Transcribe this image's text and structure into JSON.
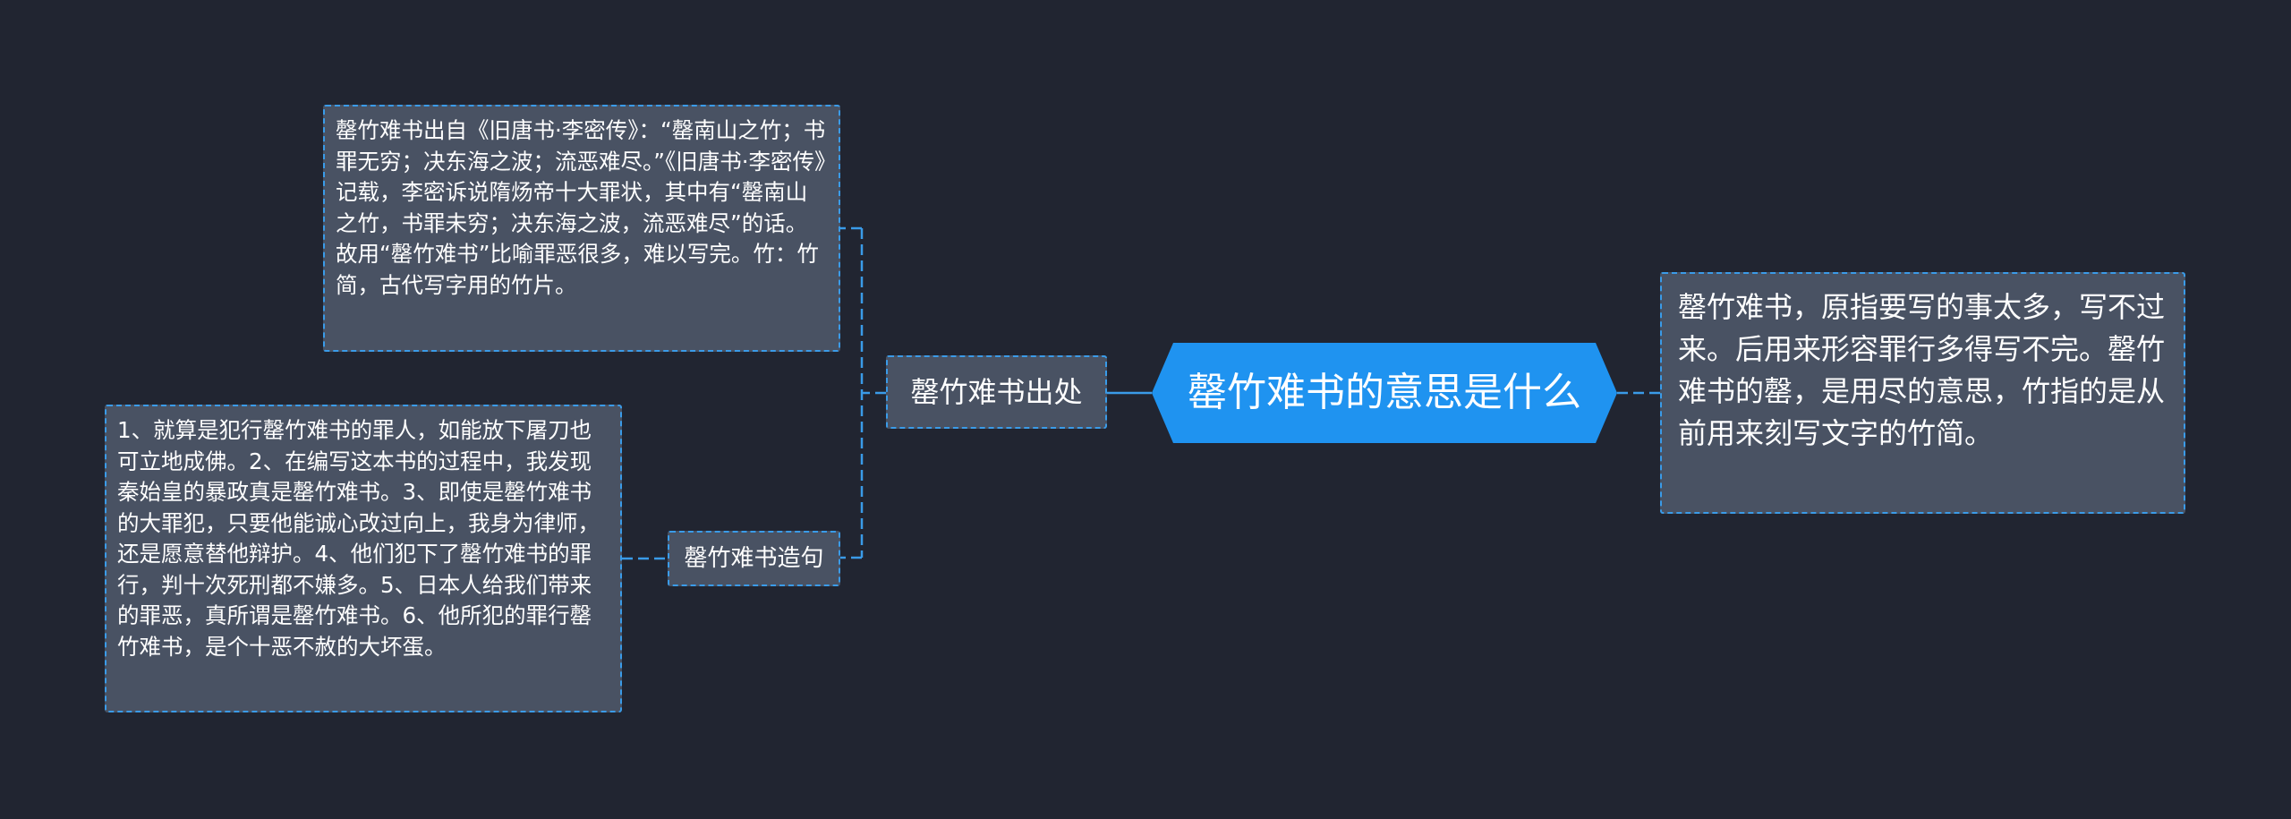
{
  "mindmap": {
    "root": {
      "label": "罄竹难书的意思是什么"
    },
    "definition": {
      "text": "罄竹难书，原指要写的事太多，写不过来。后用来形容罪行多得写不完。罄竹难书的罄，是用尽的意思，竹指的是从前用来刻写文字的竹简。"
    },
    "source": {
      "label": "罄竹难书出处",
      "detail": "罄竹难书出自《旧唐书·李密传》：“罄南山之竹；书罪无穷；决东海之波；流恶难尽。”《旧唐书·李密传》记载，李密诉说隋炀帝十大罪状，其中有“罄南山之竹，书罪未穷；决东海之波，流恶难尽”的话。故用“罄竹难书”比喻罪恶很多，难以写完。竹：竹简，古代写字用的竹片。"
    },
    "sentences": {
      "label": "罄竹难书造句",
      "detail": "1、就算是犯行罄竹难书的罪人，如能放下屠刀也可立地成佛。2、在编写这本书的过程中，我发现秦始皇的暴政真是罄竹难书。3、即使是罄竹难书的大罪犯，只要他能诚心改过向上，我身为律师，还是愿意替他辩护。4、他们犯下了罄竹难书的罪行，判十次死刑都不嫌多。5、日本人给我们带来的罪恶，真所谓是罄竹难书。6、他所犯的罪行罄竹难书，是个十恶不赦的大坏蛋。"
    }
  },
  "colors": {
    "background": "#212531",
    "root_fill": "#1f93f0",
    "node_fill": "#495263",
    "connector": "#3a9be8",
    "text": "#ffffff"
  }
}
